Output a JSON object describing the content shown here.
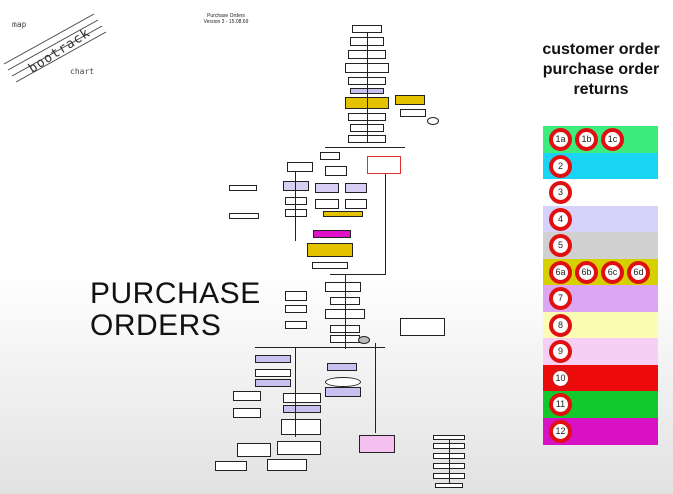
{
  "logo": {
    "top_label": "map",
    "main_label": "bootrack",
    "bottom_label": "chart"
  },
  "document": {
    "title": "Purchase Orders",
    "version": "Version 3 - 15.08.69"
  },
  "page": {
    "title_line1": "PURCHASE",
    "title_line2": "ORDERS"
  },
  "legend": {
    "heading_line1": "customer order",
    "heading_line2": "purchase order",
    "heading_line3": "returns",
    "rows": [
      {
        "color": "#3cec7c",
        "badges": [
          "1a",
          "1b",
          "1c"
        ]
      },
      {
        "color": "#19d4f4",
        "badges": [
          "2"
        ]
      },
      {
        "color": "#ffffff",
        "badges": [
          "3"
        ]
      },
      {
        "color": "#d6d2fa",
        "badges": [
          "4"
        ]
      },
      {
        "color": "#d0d0d0",
        "badges": [
          "5"
        ]
      },
      {
        "color": "#d6d000",
        "badges": [
          "6a",
          "6b",
          "6c",
          "6d"
        ]
      },
      {
        "color": "#dca6f2",
        "badges": [
          "7"
        ]
      },
      {
        "color": "#fcfcb4",
        "badges": [
          "8"
        ]
      },
      {
        "color": "#f6d0f4",
        "badges": [
          "9"
        ]
      },
      {
        "color": "#ec0a0a",
        "badges": [
          "10"
        ]
      },
      {
        "color": "#12c82a",
        "badges": [
          "11"
        ]
      },
      {
        "color": "#d812c4",
        "badges": [
          "12"
        ]
      }
    ]
  }
}
